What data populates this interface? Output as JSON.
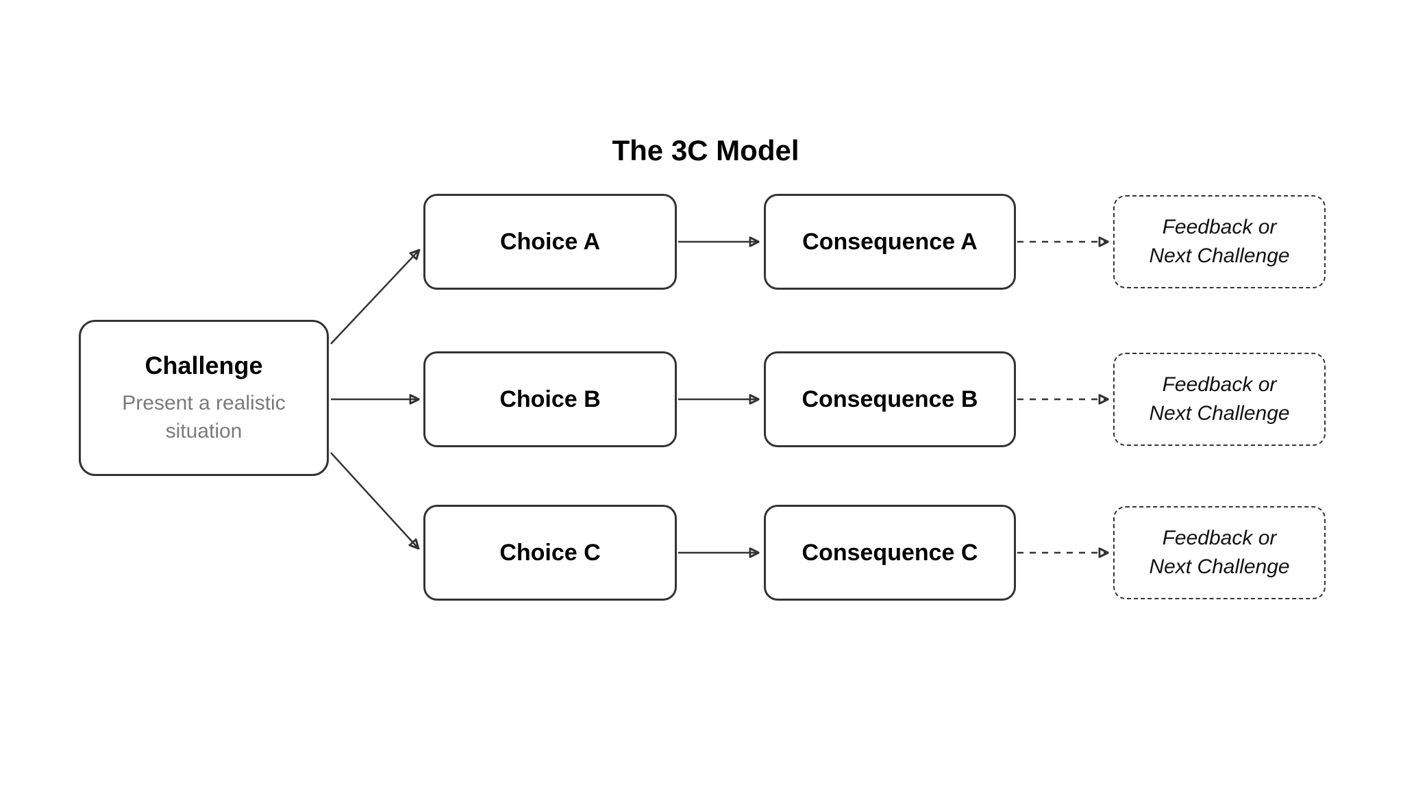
{
  "title": "The 3C Model",
  "challenge": {
    "label": "Challenge",
    "description": "Present a realistic situation"
  },
  "rows": [
    {
      "choice": "Choice A",
      "consequence": "Consequence A",
      "feedback": {
        "line1": "Feedback or",
        "line2": "Next Challenge"
      }
    },
    {
      "choice": "Choice B",
      "consequence": "Consequence B",
      "feedback": {
        "line1": "Feedback or",
        "line2": "Next Challenge"
      }
    },
    {
      "choice": "Choice C",
      "consequence": "Consequence C",
      "feedback": {
        "line1": "Feedback or",
        "line2": "Next Challenge"
      }
    }
  ],
  "colors": {
    "node_border": "#333333",
    "arrow": "#333333",
    "title_text": "#000000",
    "node_text": "#000000",
    "subtitle_text": "#7a7a7a",
    "feedback_text": "#111111",
    "background": "#ffffff"
  }
}
